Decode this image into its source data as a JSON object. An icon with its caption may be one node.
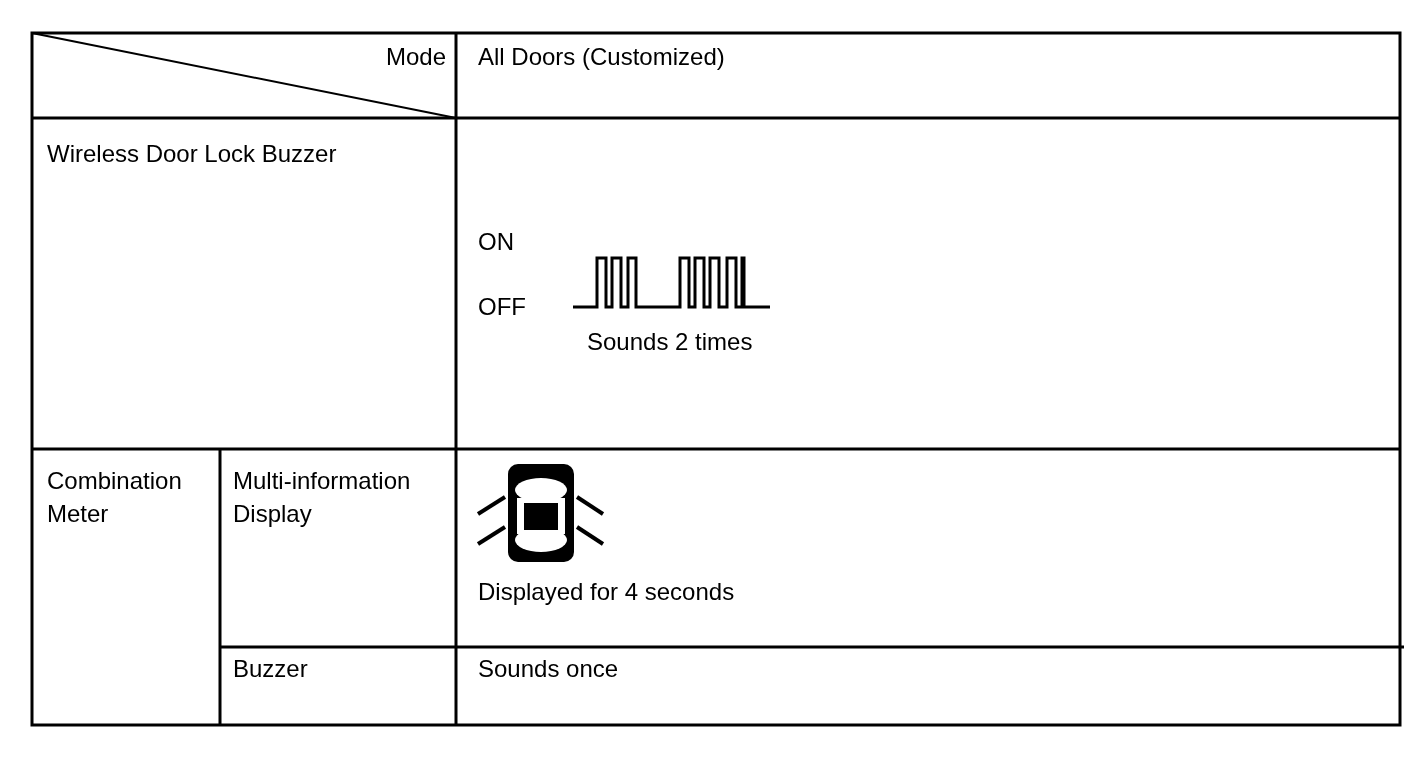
{
  "diagram": {
    "labels": [
      "Mode",
      "All Doors (Customized)",
      "Wireless Door Lock Buzzer",
      "ON",
      "OFF",
      "Sounds 2 times",
      "Combination Meter",
      "Multi-information Display",
      "Displayed for 4 seconds",
      "Buzzer",
      "Sounds once"
    ]
  }
}
